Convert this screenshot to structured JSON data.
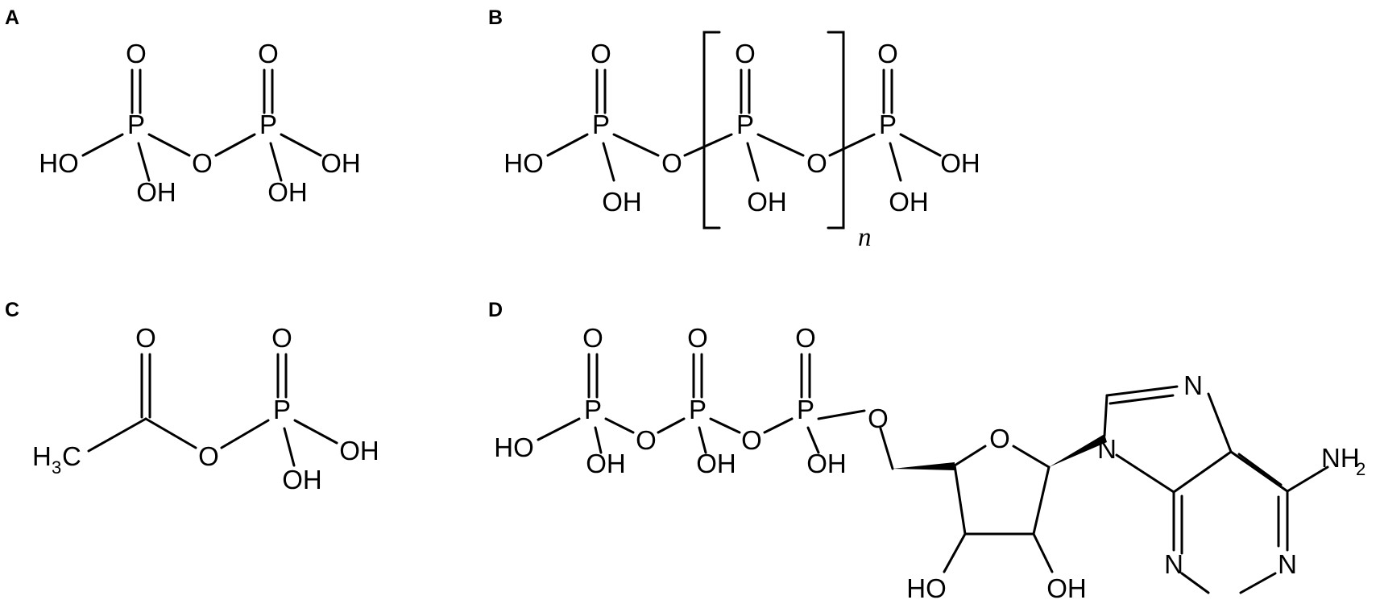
{
  "panels": {
    "A": {
      "label": "A"
    },
    "B": {
      "label": "B",
      "repeat_label": "n"
    },
    "C": {
      "label": "C"
    },
    "D": {
      "label": "D"
    }
  },
  "atoms": {
    "P": "P",
    "O": "O",
    "OH": "OH",
    "HO": "HO",
    "N": "N",
    "H": "H",
    "C": "C",
    "NH": "NH",
    "sub2": "2",
    "sub3": "3"
  }
}
